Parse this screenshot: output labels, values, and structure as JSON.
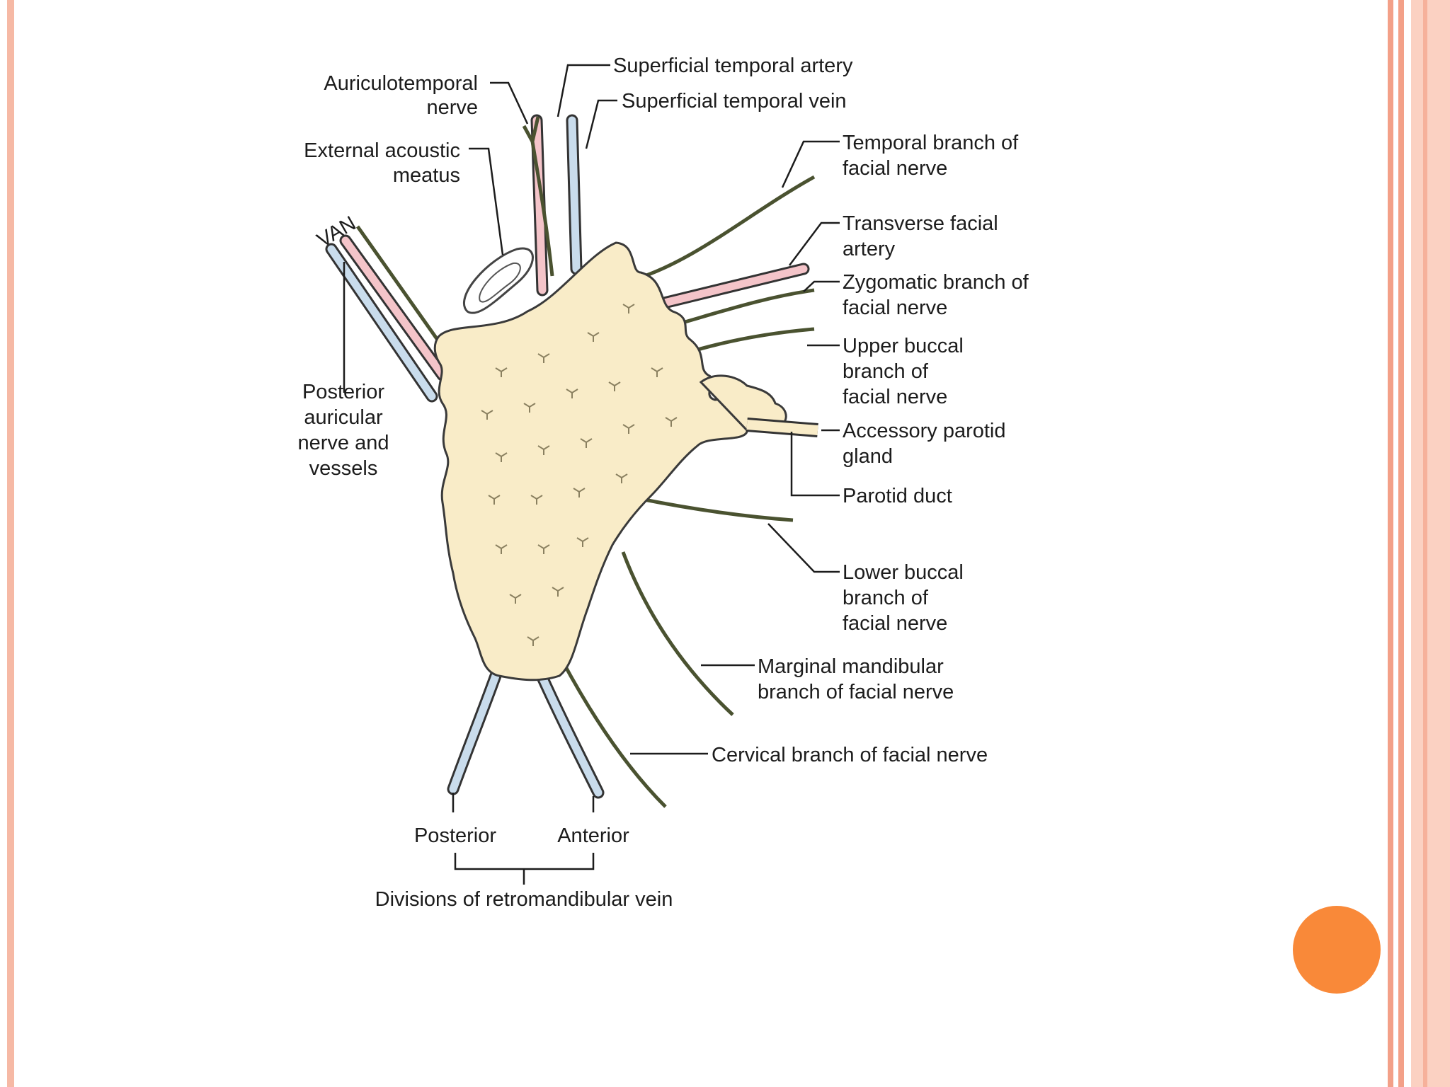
{
  "colors": {
    "gland_fill": "#f9ecc8",
    "artery": "#f4c4c9",
    "vein": "#c9dcec",
    "nerve": "#4a5230",
    "frame": "#f6b9a5",
    "accent_dot": "#f98939"
  },
  "labels": {
    "auriculotemporal_1": "Auriculotemporal",
    "auriculotemporal_2": "nerve",
    "sup_temp_artery": "Superficial temporal artery",
    "sup_temp_vein": "Superficial temporal vein",
    "ext_acoustic_1": "External acoustic",
    "ext_acoustic_2": "meatus",
    "van": "VAN",
    "temporal_1": "Temporal branch of",
    "temporal_2": "facial nerve",
    "transverse_1": "Transverse facial",
    "transverse_2": "artery",
    "zygomatic_1": "Zygomatic branch of",
    "zygomatic_2": "facial nerve",
    "upper_buccal_1": "Upper buccal",
    "upper_buccal_2": "branch of",
    "upper_buccal_3": "facial nerve",
    "posterior_auricular_1": "Posterior",
    "posterior_auricular_2": "auricular",
    "posterior_auricular_3": "nerve and",
    "posterior_auricular_4": "vessels",
    "accessory_1": "Accessory parotid",
    "accessory_2": "gland",
    "parotid_duct": "Parotid duct",
    "lower_buccal_1": "Lower buccal",
    "lower_buccal_2": "branch of",
    "lower_buccal_3": "facial nerve",
    "marginal_1": "Marginal mandibular",
    "marginal_2": "branch of facial nerve",
    "cervical": "Cervical branch of facial nerve",
    "posterior": "Posterior",
    "anterior": "Anterior",
    "divisions": "Divisions of retromandibular vein"
  }
}
